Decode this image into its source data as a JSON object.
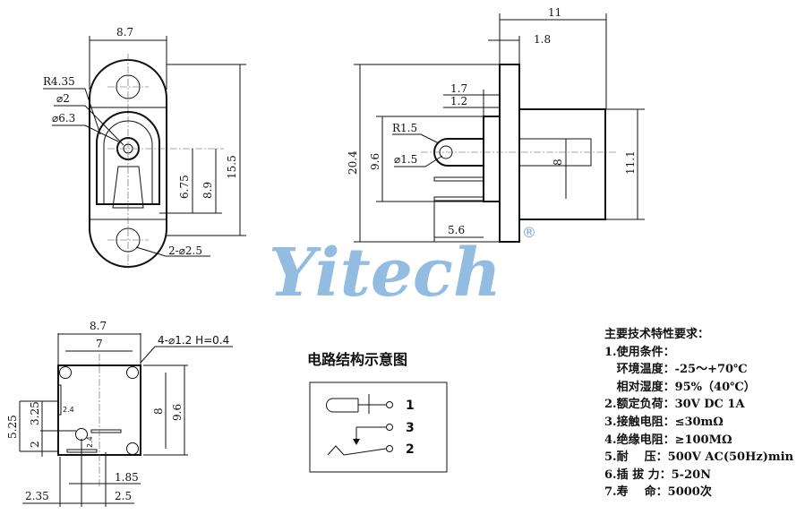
{
  "front_view": {
    "width": "8.7",
    "height": "15.5",
    "d1": "8.9",
    "d2": "6.75",
    "radius": "R4.35",
    "dia_small": "⌀2",
    "dia_large": "⌀6.3",
    "holes": "2-⌀2.5"
  },
  "side_view": {
    "length": "11",
    "flange": "1.8",
    "t1": "1.7",
    "t2": "1.2",
    "height": "20.4",
    "h2": "9.6",
    "pin": "8",
    "body": "11.1",
    "pitch": "5.6",
    "radius": "R1.5",
    "dia": "⌀1.5"
  },
  "watermark": {
    "text": "Yitech",
    "reg": "®"
  },
  "bottom_view": {
    "width": "8.7",
    "inner": "7",
    "holes": "4-⌀1.2 H=0.4",
    "h": "9.6",
    "v": "8",
    "a": "5.25",
    "b": "3.25",
    "c": "2",
    "d": "2.4",
    "e": "2.4",
    "f": "1.85",
    "g": "2.35",
    "h2": "2.5"
  },
  "circuit": {
    "title": "电路结构示意图",
    "pins": [
      "1",
      "3",
      "2"
    ]
  },
  "specs": {
    "title": "主要技术特性要求：",
    "lines": [
      "1.使用条件：",
      "   环境温度：-25～+70℃",
      "   相对湿度：95%（40℃）",
      "2.额定负荷：30V DC 1A",
      "3.接触电阻：≤30mΩ",
      "4.绝缘电阻：≥100MΩ",
      "5.耐    压：500V AC(50Hz)min",
      "6.插 拔 力：5-20N",
      "7.寿    命：5000次"
    ]
  }
}
